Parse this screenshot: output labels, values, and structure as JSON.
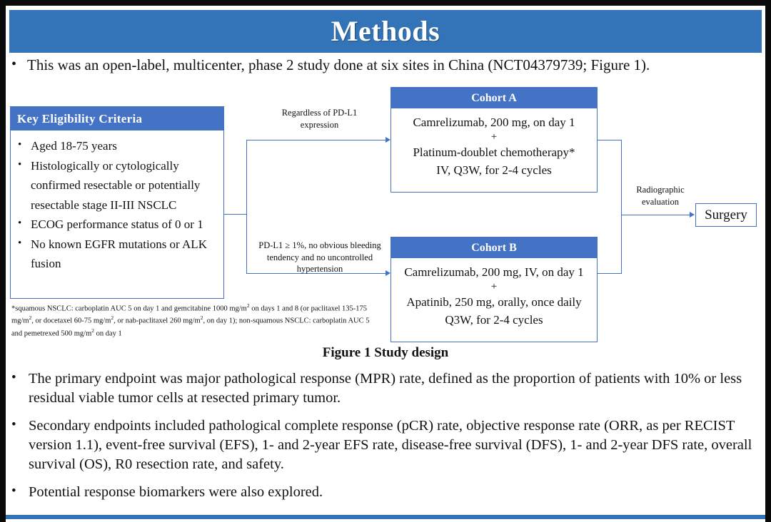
{
  "slide": {
    "title": "Methods",
    "intro_bullet": "This was an open-label, multicenter, phase 2 study done at six sites in China (NCT04379739; Figure 1).",
    "figure_caption": "Figure 1 Study design",
    "bullet_marker": "•"
  },
  "figure": {
    "eligibility": {
      "header": "Key  Eligibility Criteria",
      "items": [
        "Aged 18-75 years",
        "Histologically or cytologically confirmed resectable or potentially resectable stage II-III  NSCLC",
        "ECOG performance status of 0 or 1",
        "No known EGFR mutations or ALK fusion"
      ]
    },
    "footnote": "*squamous NSCLC: carboplatin AUC 5 on day 1 and gemcitabine 1000 mg/m2 on days 1 and 8 (or paclitaxel 135-175 mg/m2, or docetaxel 60-75 mg/m2, or nab-paclitaxel 260 mg/m2, on day 1); non-squamous NSCLC: carboplatin AUC 5 and pemetrexed 500 mg/m2 on day 1",
    "connector_top_label": "Regardless  of PD-L1 expression",
    "connector_bottom_label": "PD-L1 ≥ 1%, no obvious bleeding tendency and no uncontrolled  hypertension",
    "connector_right_label": "Radiographic evaluation",
    "cohort_a": {
      "header": "Cohort A",
      "line1": "Camrelizumab, 200 mg, on day 1",
      "plus": "+",
      "line2": "Platinum-doublet chemotherapy*",
      "line3": "IV, Q3W, for 2-4 cycles"
    },
    "cohort_b": {
      "header": "Cohort B",
      "line1": "Camrelizumab, 200 mg, IV, on day 1",
      "plus": "+",
      "line2": "Apatinib, 250 mg, orally, once daily",
      "line3": "Q3W, for 2-4 cycles"
    },
    "surgery": "Surgery"
  },
  "endpoints": {
    "bullets": [
      "The primary endpoint was major pathological response (MPR) rate, defined as the proportion of patients with 10% or less residual viable tumor cells at resected primary tumor.",
      "Secondary endpoints included pathological complete response (pCR) rate, objective response rate (ORR, as per RECIST version 1.1), event-free survival (EFS), 1- and 2-year EFS rate, disease-free survival (DFS), 1- and 2-year DFS rate, overall survival (OS), R0 resection rate, and safety.",
      "Potential response biomarkers were also explored."
    ]
  },
  "colors": {
    "title_banner": "#3374B9",
    "box_header": "#4472C4",
    "connector": "#4472C4",
    "text": "#111111"
  }
}
